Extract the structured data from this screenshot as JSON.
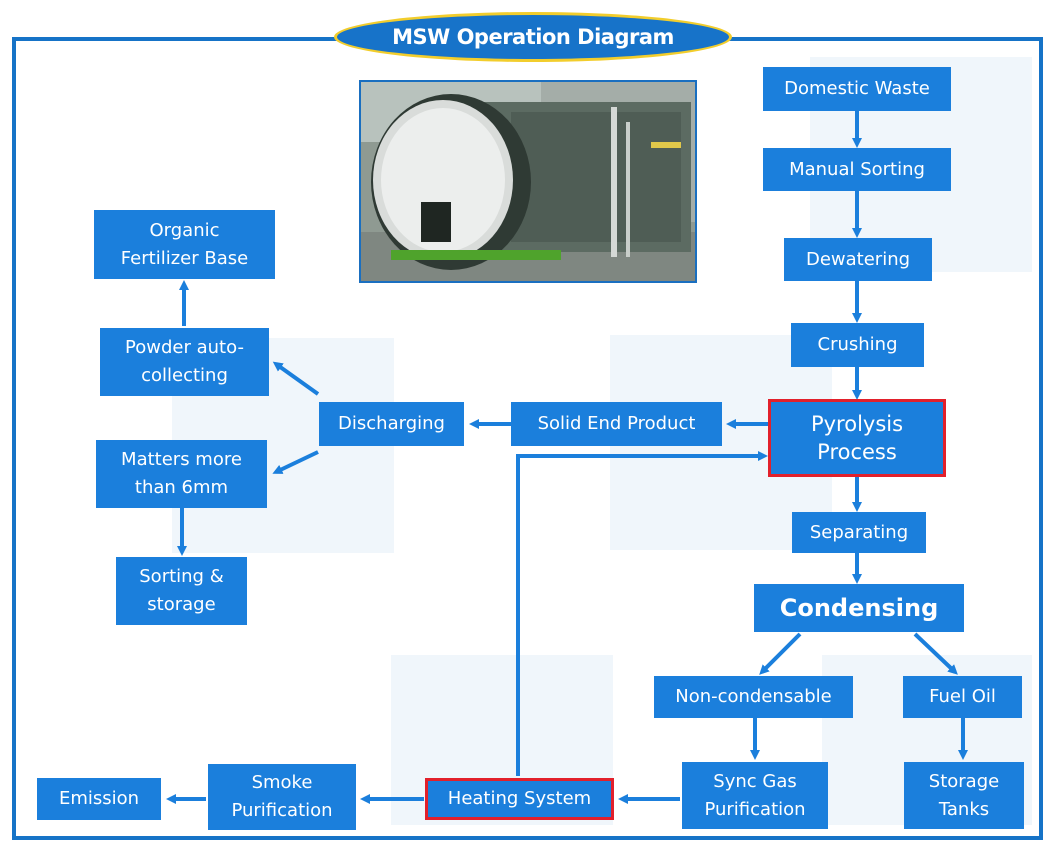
{
  "title": "MSW Operation Diagram",
  "nodes": {
    "domestic_waste": "Domestic Waste",
    "manual_sorting": "Manual Sorting",
    "dewatering": "Dewatering",
    "crushing": "Crushing",
    "pyrolysis": "Pyrolysis\nProcess",
    "separating": "Separating",
    "condensing": "Condensing",
    "non_condensable": "Non-condensable",
    "fuel_oil": "Fuel Oil",
    "sync_gas": "Sync Gas\nPurification",
    "storage_tanks": "Storage\nTanks",
    "heating_system": "Heating System",
    "smoke_purification": "Smoke\nPurification",
    "emission": "Emission",
    "solid_end_product": "Solid End Product",
    "discharging": "Discharging",
    "powder_auto_collecting": "Powder auto-\ncollecting",
    "organic_fertilizer": "Organic\nFertilizer Base",
    "matters_more": "Matters more\nthan 6mm",
    "sorting_storage": "Sorting &\nstorage"
  },
  "colors": {
    "box": "#1b7fdc",
    "frame": "#1673c7",
    "highlight": "#e2202b",
    "title_border": "#f2cd2c"
  }
}
